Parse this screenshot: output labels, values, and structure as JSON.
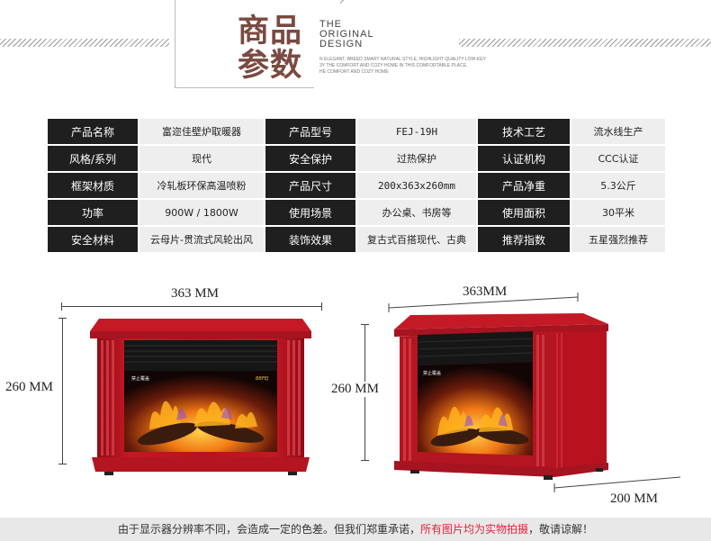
{
  "header": {
    "title_line1": "商品",
    "title_line2": "参数",
    "en_line1": "THE",
    "en_line2": "ORIGINAL",
    "en_line3": "DESIGN",
    "small_line1": "N ELEGANT, BREED SMART NATURAL STYLE, HIGHLIGHT QUALITY LOW-KEY",
    "small_line2": "3Y THE COMFORT AND COZY HOME IN THIS COMFORTABLE PLACE,",
    "small_line3": "HE COMFORT AND COZY HOME"
  },
  "specs": [
    [
      {
        "k": "产品名称",
        "v": "富迩佳壁炉取暖器"
      },
      {
        "k": "产品型号",
        "v": "FEJ-19H"
      },
      {
        "k": "技术工艺",
        "v": "流水线生产"
      }
    ],
    [
      {
        "k": "风格/系列",
        "v": "现代"
      },
      {
        "k": "安全保护",
        "v": "过热保护"
      },
      {
        "k": "认证机构",
        "v": "CCC认证"
      }
    ],
    [
      {
        "k": "框架材质",
        "v": "冷轧板环保高温喷粉"
      },
      {
        "k": "产品尺寸",
        "v": "200x363x260mm"
      },
      {
        "k": "产品净重",
        "v": "5.3公斤"
      }
    ],
    [
      {
        "k": "功率",
        "v": "900W / 1800W"
      },
      {
        "k": "使用场景",
        "v": "办公桌、书房等"
      },
      {
        "k": "使用面积",
        "v": "30平米"
      }
    ],
    [
      {
        "k": "安全材料",
        "v": "云母片-贯流式风轮出风"
      },
      {
        "k": "装饰效果",
        "v": "复古式百搭现代、古典"
      },
      {
        "k": "推荐指数",
        "v": "五星强烈推荐"
      }
    ]
  ],
  "dimensions": {
    "front_width": "363 MM",
    "front_height": "260 MM",
    "side_width": "363MM",
    "side_height": "260 MM",
    "depth": "200 MM"
  },
  "heater_labels": {
    "badge_text": "禁止覆盖",
    "brand_text": "BBFEJ"
  },
  "footer": {
    "part1": "由于显示器分辨率不同，会造成一定的色差。但我们郑重承诺，",
    "highlight": "所有图片均为实物拍摄",
    "part2": "，敬请谅解！"
  },
  "colors": {
    "heater_red": "#b8121f",
    "title_brown": "#7a4a40",
    "table_dark": "#1f1f1f",
    "table_light": "#eeeeee",
    "footer_highlight": "#e0243a"
  }
}
